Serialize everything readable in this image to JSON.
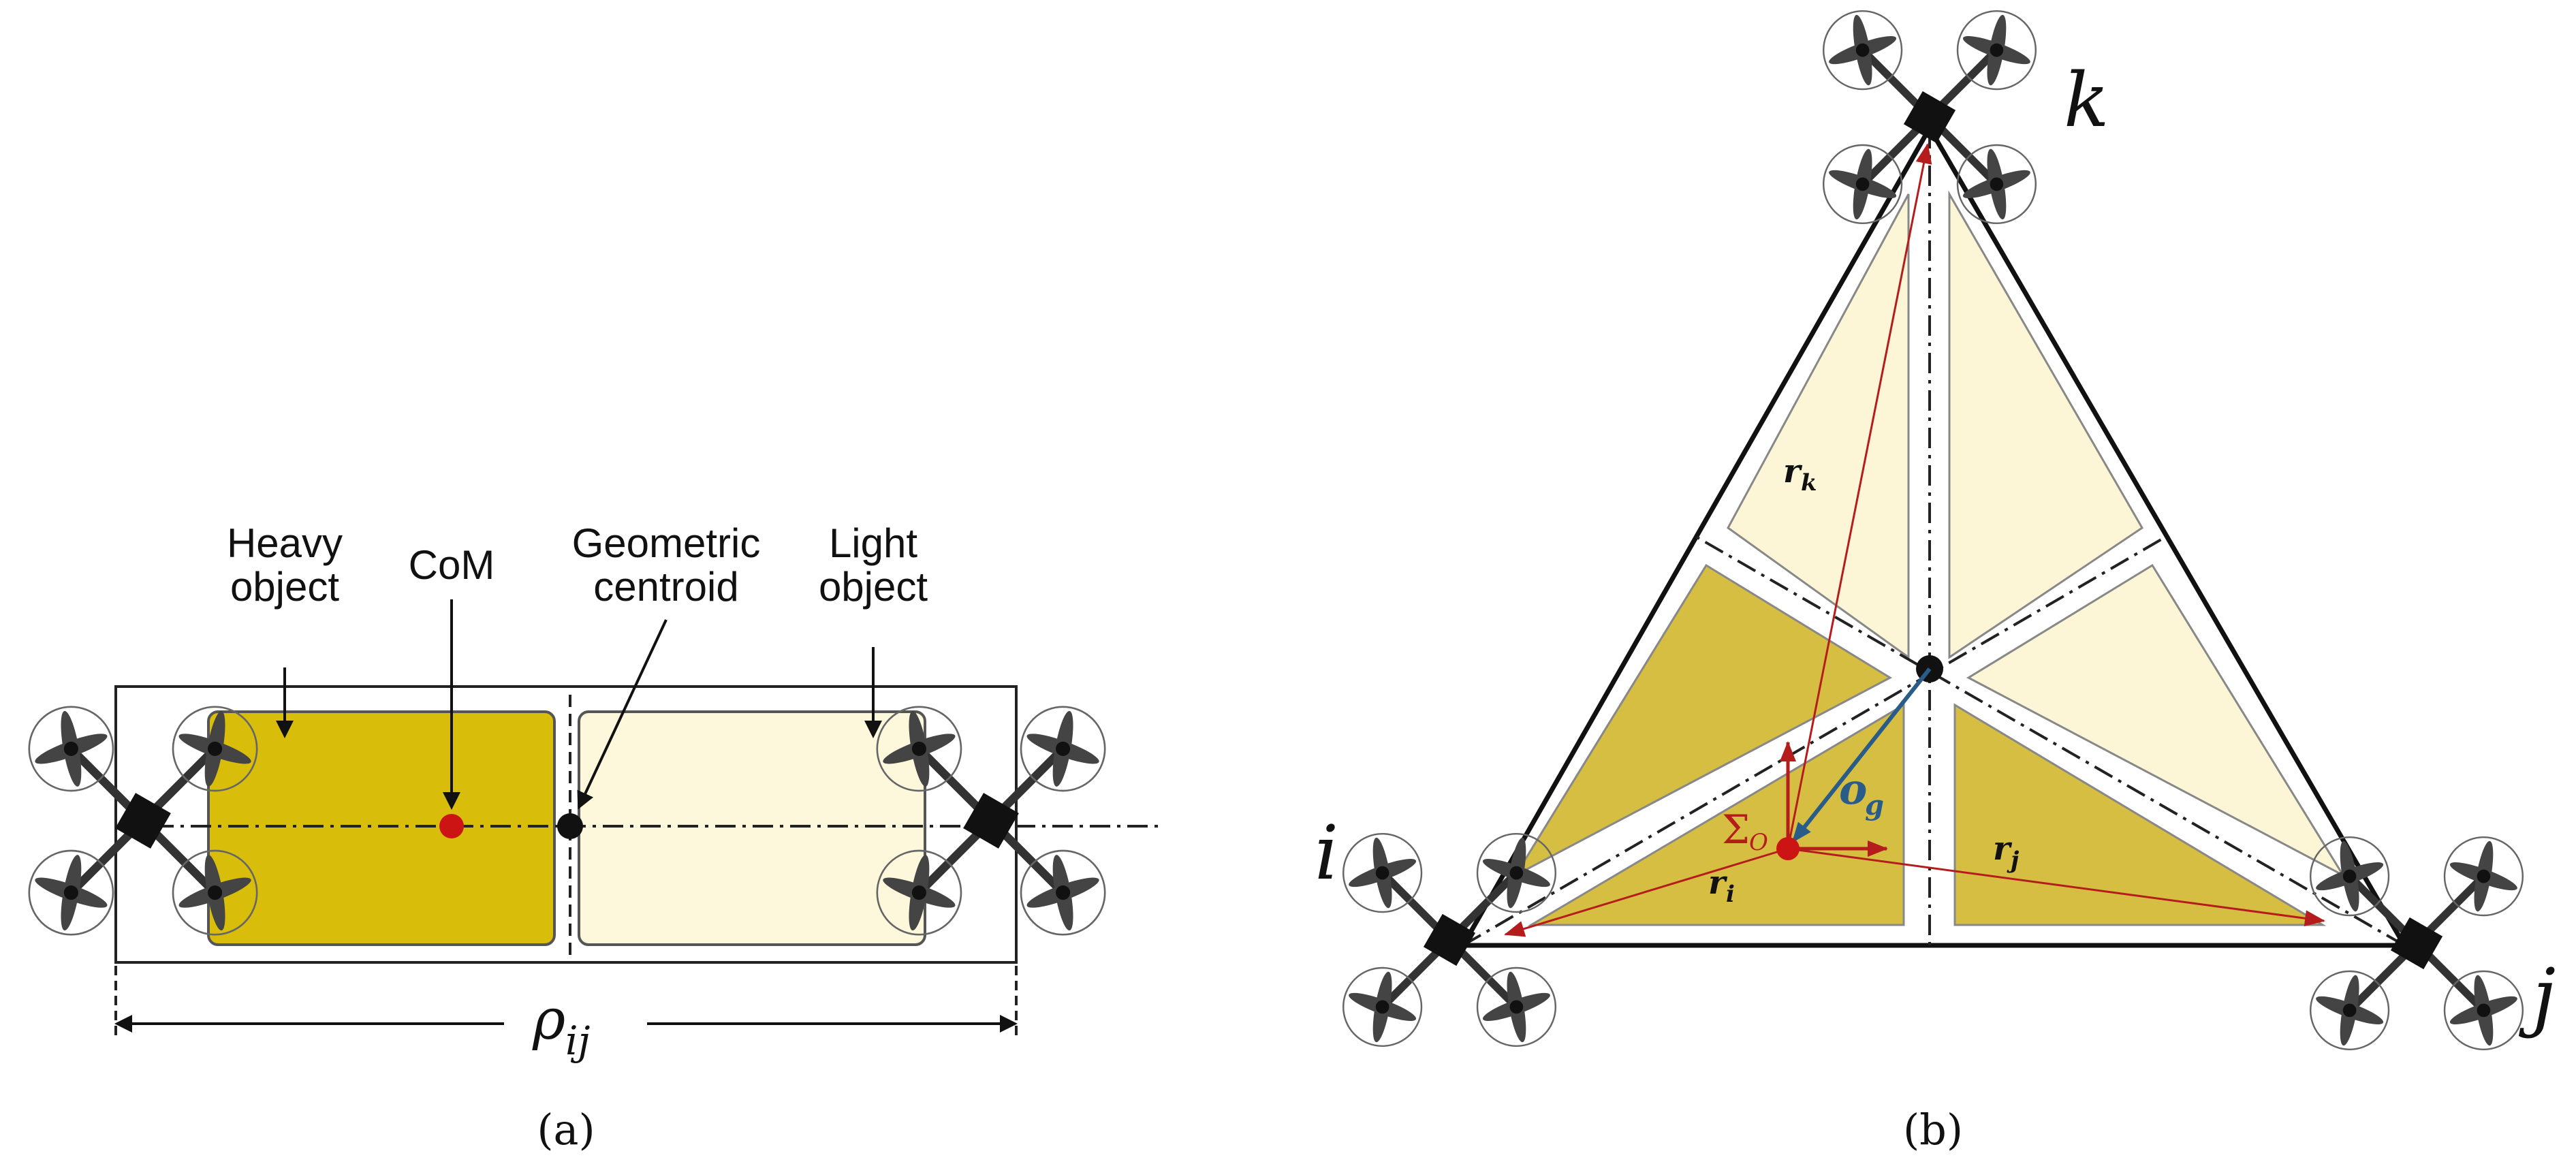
{
  "panel_a": {
    "label_heavy_1": "Heavy",
    "label_heavy_2": "object",
    "label_com": "CoM",
    "label_geo_1": "Geometric",
    "label_geo_2": "centroid",
    "label_light_1": "Light",
    "label_light_2": "object",
    "dimension_label": "ρ",
    "dimension_subscript": "ij",
    "caption": "(a)"
  },
  "panel_b": {
    "vertex_i": "i",
    "vertex_j": "j",
    "vertex_k": "k",
    "vector_ri": "r",
    "vector_ri_sub": "i",
    "vector_rj": "r",
    "vector_rj_sub": "j",
    "vector_rk": "r",
    "vector_rk_sub": "k",
    "vector_og": "o",
    "vector_og_sub": "g",
    "frame_label": "Σ",
    "frame_sub": "O",
    "caption": "(b)"
  },
  "colors": {
    "heavy": "#D9BD0B",
    "light": "#FDF8DC",
    "heavy_b": "#D6BE42",
    "light_b": "#FDF6D6",
    "vector_red": "#B51D1D",
    "vector_blue": "#2A5C8A",
    "com_red": "#CC1414"
  }
}
